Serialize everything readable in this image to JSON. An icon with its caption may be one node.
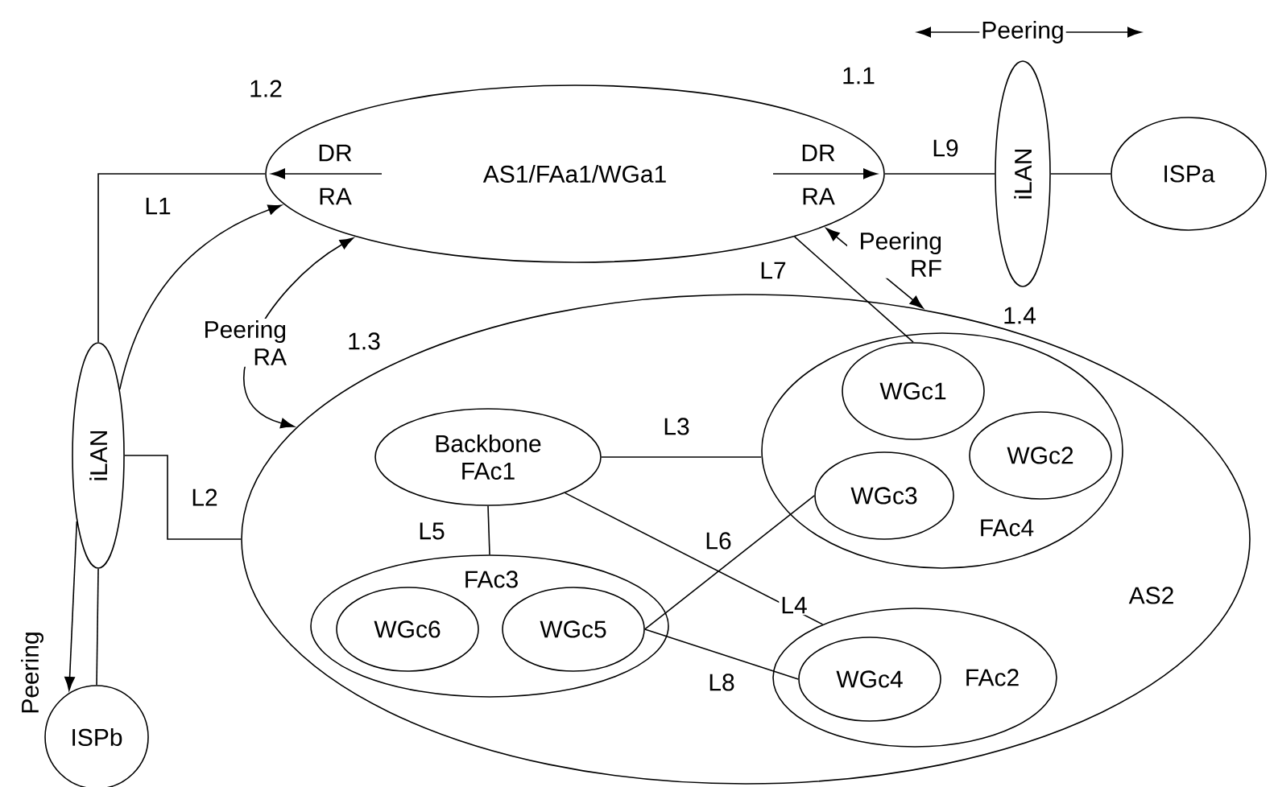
{
  "diagram": {
    "nodes": [
      {
        "text": [
          "AS1/FAa1/WGa1"
        ]
      },
      {
        "text": [
          "iLAN"
        ]
      },
      {
        "text": [
          "ISPa"
        ]
      },
      {
        "text": [
          "AS2"
        ]
      },
      {
        "text": [
          "Backbone FAc1"
        ],
        "in": 3
      },
      {
        "text": [
          "FAc4"
        ],
        "in": 3
      },
      {
        "text": [
          "WGc1"
        ],
        "in": 5
      },
      {
        "text": [
          "WGc2"
        ],
        "in": 5
      },
      {
        "text": [
          "WGc3"
        ],
        "in": 5
      },
      {
        "text": [
          "FAc3"
        ],
        "in": 3
      },
      {
        "text": [
          "WGc6"
        ],
        "in": 9
      },
      {
        "text": [
          "WGc5"
        ],
        "in": 9
      },
      {
        "text": [
          "FAc2"
        ],
        "in": 3
      },
      {
        "text": [
          "WGc4"
        ],
        "in": 12
      },
      {
        "text": [
          "iLAN"
        ]
      },
      {
        "text": [
          "ISPb"
        ]
      }
    ],
    "edges": [
      {
        "from": 14,
        "to": 0,
        "arrow": "none",
        "label": "L1"
      },
      {
        "from": 14,
        "to": 3,
        "arrow": "none",
        "label": "L2"
      },
      {
        "from": 4,
        "to": 5,
        "arrow": "none",
        "label": "L3"
      },
      {
        "from": 4,
        "to": 12,
        "arrow": "none",
        "label": "L4"
      },
      {
        "from": 4,
        "to": 9,
        "arrow": "none",
        "label": "L5"
      },
      {
        "from": 11,
        "to": 8,
        "arrow": "none",
        "label": "L6"
      },
      {
        "from": 0,
        "to": 6,
        "arrow": "none",
        "label": "L7"
      },
      {
        "from": 11,
        "to": 13,
        "arrow": "none",
        "label": "L8"
      },
      {
        "from": 0,
        "to": 1,
        "arrow": "none",
        "label": "L9"
      },
      {
        "from": 1,
        "to": 2,
        "arrow": "none"
      },
      {
        "from": 14,
        "to": 15,
        "arrow": "none"
      },
      {
        "from": 0,
        "to": 3,
        "arrow": "both",
        "label": "Peering RA"
      },
      {
        "from": 0,
        "to": 3,
        "arrow": "both",
        "label": "Peering RF"
      },
      {
        "from": 14,
        "to": 0,
        "arrow": "to"
      },
      {
        "from": 14,
        "to": 15,
        "arrow": "to",
        "label": "Peering"
      }
    ],
    "labels": [
      "Peering",
      "1.2",
      "1.1",
      "DR",
      "RA",
      "DR",
      "RA",
      "1.3",
      "1.4"
    ]
  }
}
